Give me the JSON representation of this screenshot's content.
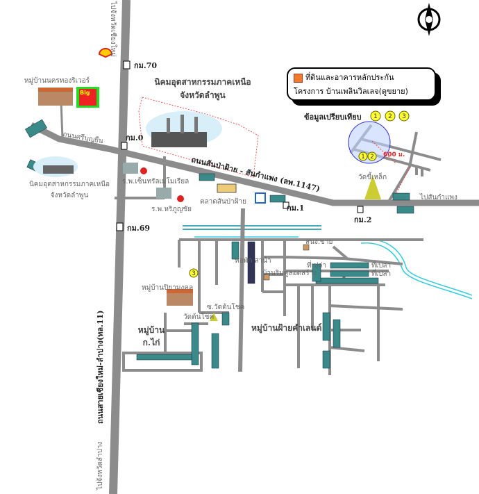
{
  "legend": {
    "line1": "ที่ดินและอาคารหลักประกัน",
    "line2": "โครงการ บ้านเพลินวิลเลจ(ดูขยาย)"
  },
  "compare": {
    "label": "ข้อมูลเปรียบเทียบ",
    "markers": [
      "1",
      "2",
      "3"
    ]
  },
  "roads": {
    "main_highway": "ถนนสายเชียงใหม่-ลำปาง(ทล.11)",
    "to_chiangmai": "ไปจังหวัดเชียงใหม่",
    "to_lampang": "ไปจังหวัดลำปาง",
    "sriboonyuen": "ถนนศรีบุญยืน",
    "sanpatong": "ถนนสันป่าฝ้าย - สันกำแพง (ลพ.1147)",
    "to_sankamphaeng": "ไปสันกำแพง"
  },
  "km_markers": [
    "กม.70",
    "กม.0",
    "กม.69",
    "กม.1",
    "กม.2"
  ],
  "places": {
    "industrial_estate_main": [
      "นิคมอุตสาหกรรมภาคเหนือ",
      "จังหวัดลำพูน"
    ],
    "industrial_estate_left": [
      "นิคมอุตสาหกรรมภาคเหนือ",
      "จังหวัดลำพูน"
    ],
    "nakorn_thong": "หมู่บ้านนครทองริเวอร์",
    "big_c": "Big",
    "central_memorial": "ร.พ.เซ็นทรัลเมโมเรียล",
    "hariphunchai": "ร.พ.หริภูญชัย",
    "market": "ตลาดสันป่าฝ้าย",
    "wat_khilek": "วัดขี้เหล็ก",
    "distance": "600 ม.",
    "piyamongkol": "หมู่บ้านปิยามงคล",
    "soi_wat": "ซ.วัดต้นโชค",
    "wat_tonchok": "วัดต้นโชค",
    "kor_kai": [
      "หมู่บ้าน",
      "ก.ไก่"
    ],
    "faikham": "หมู่บ้านฝ้ายคำเลนด์",
    "dorm": "หอพัก สานำ",
    "house_small": "สนง.ขาย",
    "house2": "บ้านริมคูลอดสร้าง",
    "land1": "ที่เปล่า",
    "land2": "ที่เปล่า",
    "land3": "ที่เปล่า"
  },
  "colors": {
    "road": "#8c8c8c",
    "water": "#33ccdd",
    "teal_house": "#3a8a8a",
    "marker": "#ffff33"
  }
}
